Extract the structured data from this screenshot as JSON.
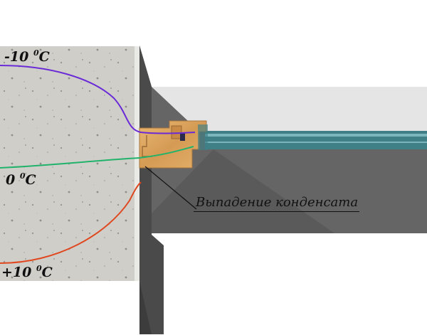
{
  "labels": {
    "temp_outer": {
      "value": "-10",
      "unit": "C",
      "degree": "0"
    },
    "temp_mid": {
      "value": "0",
      "unit": "C",
      "degree": "0"
    },
    "temp_inner": {
      "value": "+10",
      "unit": "C",
      "degree": "0"
    }
  },
  "callout": {
    "text": "Выпадение конденсата"
  },
  "colors": {
    "isotherm_cold": "#6a2bd6",
    "isotherm_zero": "#22b36a",
    "isotherm_warm": "#e0481f",
    "concrete": "#cdccc7",
    "glass": "#3f7f86"
  }
}
